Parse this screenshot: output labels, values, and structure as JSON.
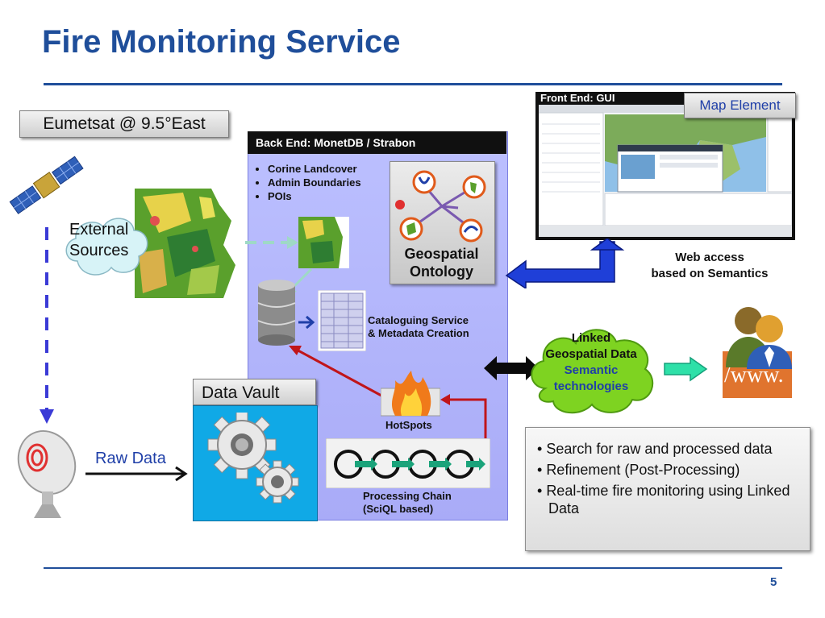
{
  "title": "Fire Monitoring Service",
  "page_number": "5",
  "satellite_label": "Eumetsat @ 9.5°East",
  "external_sources": [
    "External",
    "Sources"
  ],
  "backend": {
    "header": "Back End:  MonetDB  / Strabon",
    "layers": [
      "Corine Landcover",
      "Admin Boundaries",
      "POIs"
    ],
    "ontology": [
      "Geospatial",
      "Ontology"
    ],
    "cataloguing": [
      "Cataloguing Service",
      "& Metadata Creation"
    ],
    "hotspots": "HotSpots",
    "processing_chain": [
      "Processing Chain",
      "(SciQL based)"
    ]
  },
  "data_vault": "Data Vault",
  "raw_data": "Raw Data",
  "frontend": {
    "title": "Front End: GUI",
    "map_element": "Map Element"
  },
  "web_access": [
    "Web access",
    "based on Semantics"
  ],
  "linked_data": {
    "line1": "Linked",
    "line2": "Geospatial Data",
    "line3": "Semantic",
    "line4": "technologies"
  },
  "www_label": "/www.",
  "features": [
    "Search for raw and processed data",
    "Refinement (Post-Processing)",
    "Real-time fire monitoring using Linked Data"
  ],
  "colors": {
    "title": "#1f4e9a",
    "backend_fill": "#aeb1fa",
    "vault_fill": "#10a9e6",
    "linked_cloud": "#7ed321",
    "semantic_text": "#1f3fa8"
  }
}
